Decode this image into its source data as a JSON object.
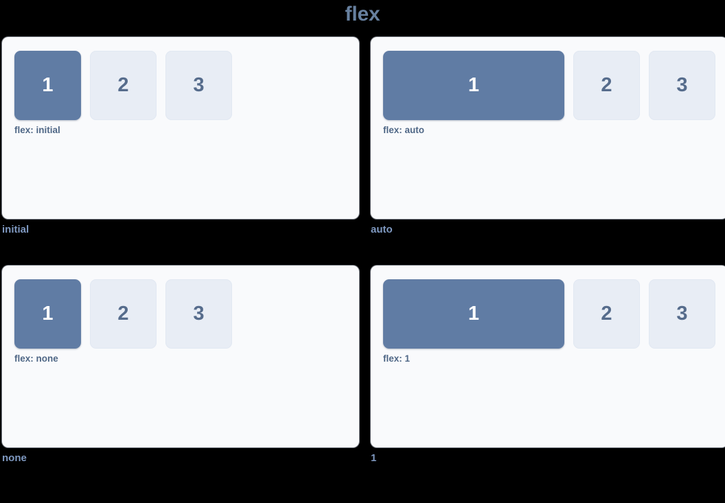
{
  "page": {
    "title": "flex",
    "background_color": "#000000",
    "accent_color": "#67809f"
  },
  "colors": {
    "panel_bg": "#f9fafc",
    "box_primary_bg": "#607ca4",
    "box_primary_text": "#ffffff",
    "box_muted_bg": "#e8edf5",
    "box_muted_text": "#566c8c",
    "inline_label_text": "#4f6786",
    "caption_text": "#7f99c1"
  },
  "box_labels": {
    "one": "1",
    "two": "2",
    "three": "3"
  },
  "demos": [
    {
      "caption": "initial",
      "inline_label": "flex: initial",
      "flex_value": "initial",
      "boxes": [
        "1",
        "2",
        "3"
      ]
    },
    {
      "caption": "auto",
      "inline_label": "flex: auto",
      "flex_value": "auto",
      "boxes": [
        "1",
        "2",
        "3"
      ]
    },
    {
      "caption": "none",
      "inline_label": "flex: none",
      "flex_value": "none",
      "boxes": [
        "1",
        "2",
        "3"
      ]
    },
    {
      "caption": "1",
      "inline_label": "flex: 1",
      "flex_value": "1",
      "boxes": [
        "1",
        "2",
        "3"
      ]
    }
  ]
}
